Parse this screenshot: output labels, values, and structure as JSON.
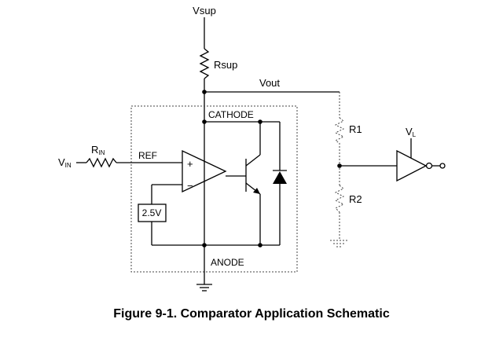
{
  "labels": {
    "vsup": "Vsup",
    "rsup": "Rsup",
    "vout": "Vout",
    "cathode": "CATHODE",
    "anode": "ANODE",
    "ref": "REF",
    "vin": "V",
    "vin_sub": "IN",
    "rin": "R",
    "rin_sub": "IN",
    "r1": "R1",
    "r2": "R2",
    "vl": "V",
    "vl_sub": "L",
    "vref": "2.5V",
    "plus": "+",
    "minus": "−"
  },
  "caption": "Figure 9-1. Comparator Application Schematic"
}
